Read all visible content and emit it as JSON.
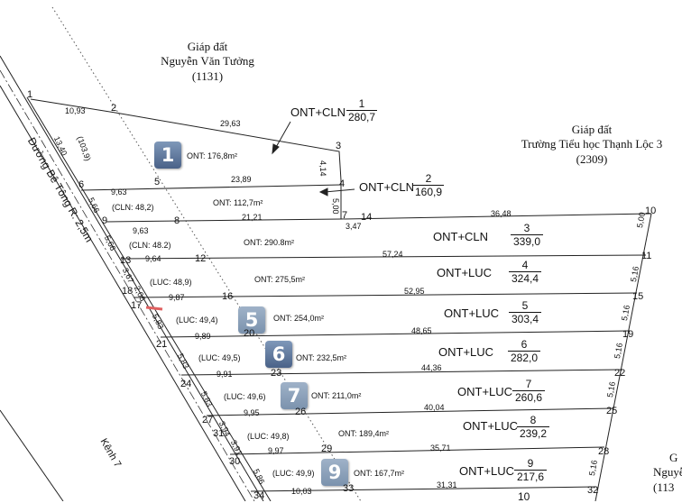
{
  "neighbors": {
    "top": {
      "line1": "Giáp đất",
      "line2": "Nguyễn Văn Tưởng",
      "line3": "(1131)"
    },
    "right": {
      "line1": "Giáp đất",
      "line2": "Trường Tiểu học Thạnh Lộc 3",
      "line3": "(2309)"
    },
    "edge_partial": {
      "line1": "G",
      "line2": "Nguyễ",
      "line3": "(113"
    }
  },
  "road_label": "Đường Bê Tông R: 2,5m",
  "canal_label": "Kênh 7",
  "parcels": [
    {
      "badge": "1",
      "use": "ONT+CLN",
      "number": "1",
      "area": "280,7",
      "ont_area": "ONT: 176,8m²",
      "sub_area": "(103,9)"
    },
    {
      "use": "ONT+CLN",
      "number": "2",
      "area": "160,9",
      "ont_area": "ONT: 112,7m²",
      "sub_area": "(CLN: 48,2)"
    },
    {
      "use": "ONT+CLN",
      "number": "3",
      "area": "339,0",
      "ont_area": "ONT: 290.8m²",
      "sub_area": "(CLN: 48.2)"
    },
    {
      "use": "ONT+LUC",
      "number": "4",
      "area": "324,4",
      "ont_area": "ONT: 275,5m²",
      "sub_area": "(LUC: 48,9)"
    },
    {
      "badge": "5",
      "use": "ONT+LUC",
      "number": "5",
      "area": "303,4",
      "ont_area": "ONT: 254,0m²",
      "sub_area": "(LUC: 49,4)"
    },
    {
      "badge": "6",
      "use": "ONT+LUC",
      "number": "6",
      "area": "282,0",
      "ont_area": "ONT: 232,5m²",
      "sub_area": "(LUC: 49,5)"
    },
    {
      "badge": "7",
      "use": "ONT+LUC",
      "number": "7",
      "area": "260,6",
      "ont_area": "ONT: 211,0m²",
      "sub_area": "(LUC: 49,6)"
    },
    {
      "use": "ONT+LUC",
      "number": "8",
      "area": "239,2",
      "ont_area": "ONT: 189,4m²",
      "sub_area": "(LUC: 49,8)"
    },
    {
      "badge": "9",
      "use": "ONT+LUC",
      "number": "9",
      "area": "217,6",
      "ont_area": "ONT: 167,7m²",
      "sub_area": "(LUC: 49,9)"
    },
    {
      "number": "10"
    }
  ],
  "points": [
    "1",
    "2",
    "3",
    "4",
    "5",
    "6",
    "7",
    "8",
    "9",
    "10",
    "11",
    "12",
    "13",
    "14",
    "15",
    "16",
    "17",
    "18",
    "19",
    "20",
    "21",
    "22",
    "23",
    "24",
    "25",
    "26",
    "27",
    "28",
    "29",
    "30",
    "31",
    "32",
    "33",
    "34"
  ],
  "lengths": [
    "10,93",
    "29,63",
    "4,14",
    "23,89",
    "5,00",
    "21,21",
    "36,48",
    "5,00",
    "57,24",
    "5,16",
    "52,95",
    "5,16",
    "48,65",
    "5,16",
    "44,36",
    "5,16",
    "40,04",
    "35,71",
    "5,16",
    "31,31",
    "13,40",
    "9,63",
    "9,63",
    "5,66",
    "5,66",
    "9,64",
    "3,67",
    "2,06",
    "9,87",
    "5,83",
    "9,89",
    "5,83",
    "9,91",
    "5,83",
    "9,95",
    "3,94",
    "9,97",
    "3,91",
    "5,86",
    "10,03",
    "3,47"
  ]
}
